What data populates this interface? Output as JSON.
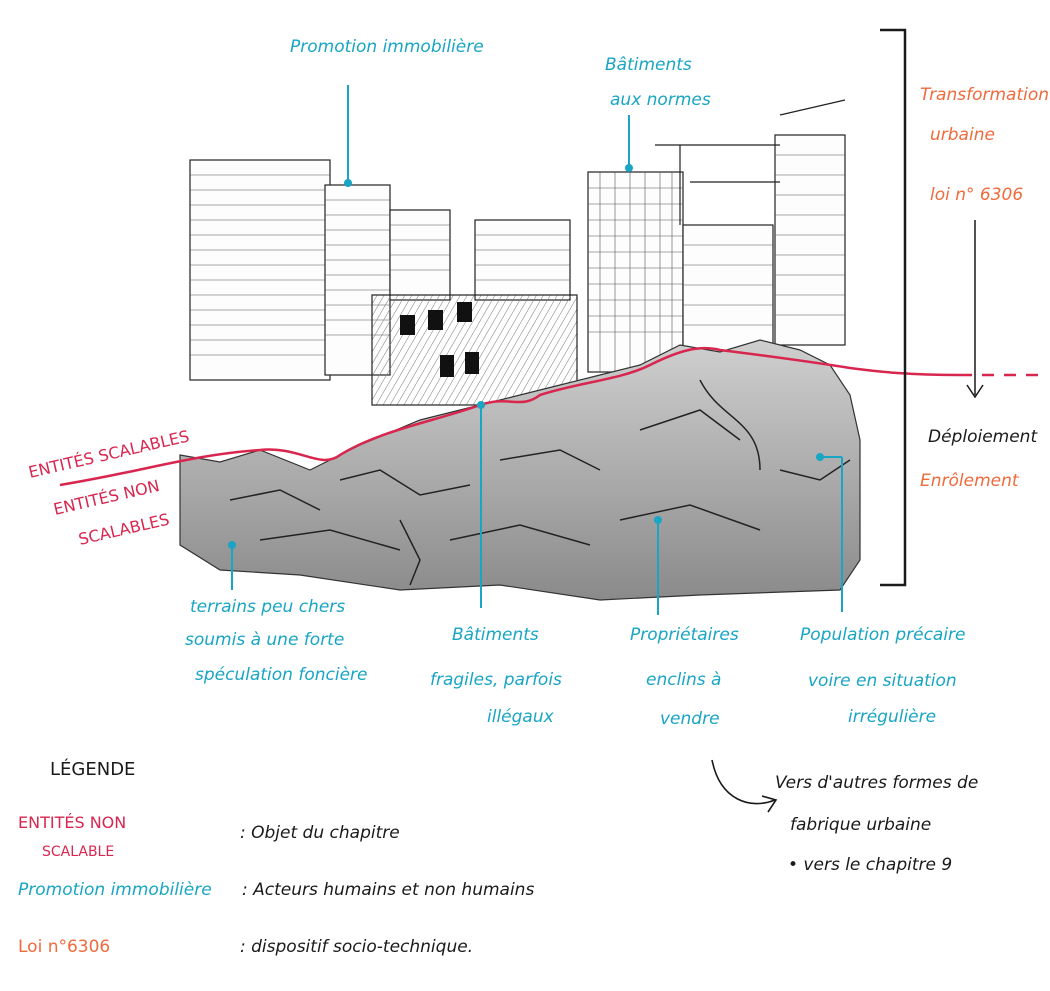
{
  "colors": {
    "blue": "#19a5c4",
    "orange": "#ef6a3c",
    "red": "#d8264f",
    "ink": "#1a1a1a"
  },
  "labels": {
    "promotion": "Promotion immobilière",
    "batiments_normes": [
      "Bâtiments",
      "aux normes"
    ],
    "transformation": [
      "Transformation",
      "urbaine"
    ],
    "loi_top": "loi n° 6306",
    "deploiement": "Déploiement",
    "enrolement": "Enrôlement",
    "entites_scalables": "ENTITÉS SCALABLES",
    "entites_non_scalables": [
      "ENTITÉS NON",
      "SCALABLES"
    ],
    "terrains": [
      "terrains peu chers",
      "soumis à une forte",
      "spéculation foncière"
    ],
    "batiments_fragiles": [
      "Bâtiments",
      "fragiles, parfois",
      "illégaux"
    ],
    "proprietaires": [
      "Propriétaires",
      "enclins à",
      "vendre"
    ],
    "population": [
      "Population précaire",
      "voire en situation",
      "irrégulière"
    ],
    "vers_autres": [
      "Vers d'autres formes de",
      "fabrique urbaine",
      "• vers le chapitre 9"
    ]
  },
  "legend": {
    "title": "LÉGENDE",
    "items": [
      {
        "key": [
          "ENTITÉS NON",
          "SCALABLE"
        ],
        "desc": ": Objet du chapitre",
        "color": "#d8264f"
      },
      {
        "key": [
          "Promotion immobilière"
        ],
        "desc": ": Acteurs humains et non humains",
        "color": "#19a5c4"
      },
      {
        "key": [
          "Loi n°6306"
        ],
        "desc": ": dispositif socio-technique.",
        "color": "#ef6a3c"
      }
    ]
  }
}
